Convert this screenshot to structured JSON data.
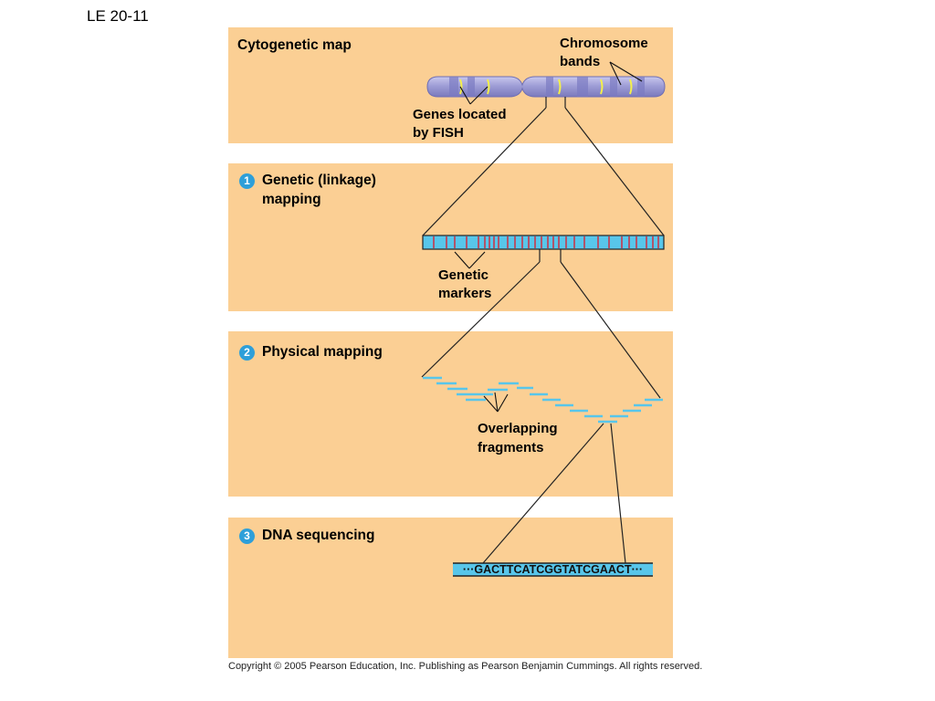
{
  "slide_label": "LE 20-11",
  "panels": {
    "cytogenetic": {
      "title": "Cytogenetic map",
      "chromosome_bands_label_1": "Chromosome",
      "chromosome_bands_label_2": "bands",
      "genes_label_1": "Genes located",
      "genes_label_2": "by FISH"
    },
    "genetic": {
      "step": "1",
      "title_1": "Genetic (linkage)",
      "title_2": "mapping",
      "markers_label_1": "Genetic",
      "markers_label_2": "markers"
    },
    "physical": {
      "step": "2",
      "title": "Physical mapping",
      "fragments_label_1": "Overlapping",
      "fragments_label_2": "fragments"
    },
    "sequencing": {
      "step": "3",
      "title": "DNA sequencing",
      "sequence": "···GACTTCATCGGTATCGAACT···"
    }
  },
  "colors": {
    "panel_background": "#fbcf94",
    "step_circle": "#2e9fd9",
    "chromosome": "#9f9ed6",
    "band_highlight": "#f4f04a",
    "marker_bar": "#58c6ea",
    "marker_line": "#c8384b",
    "fragment": "#58c6ea"
  },
  "copyright": "Copyright ©  2005 Pearson Education, Inc. Publishing as Pearson Benjamin Cummings. All rights reserved."
}
